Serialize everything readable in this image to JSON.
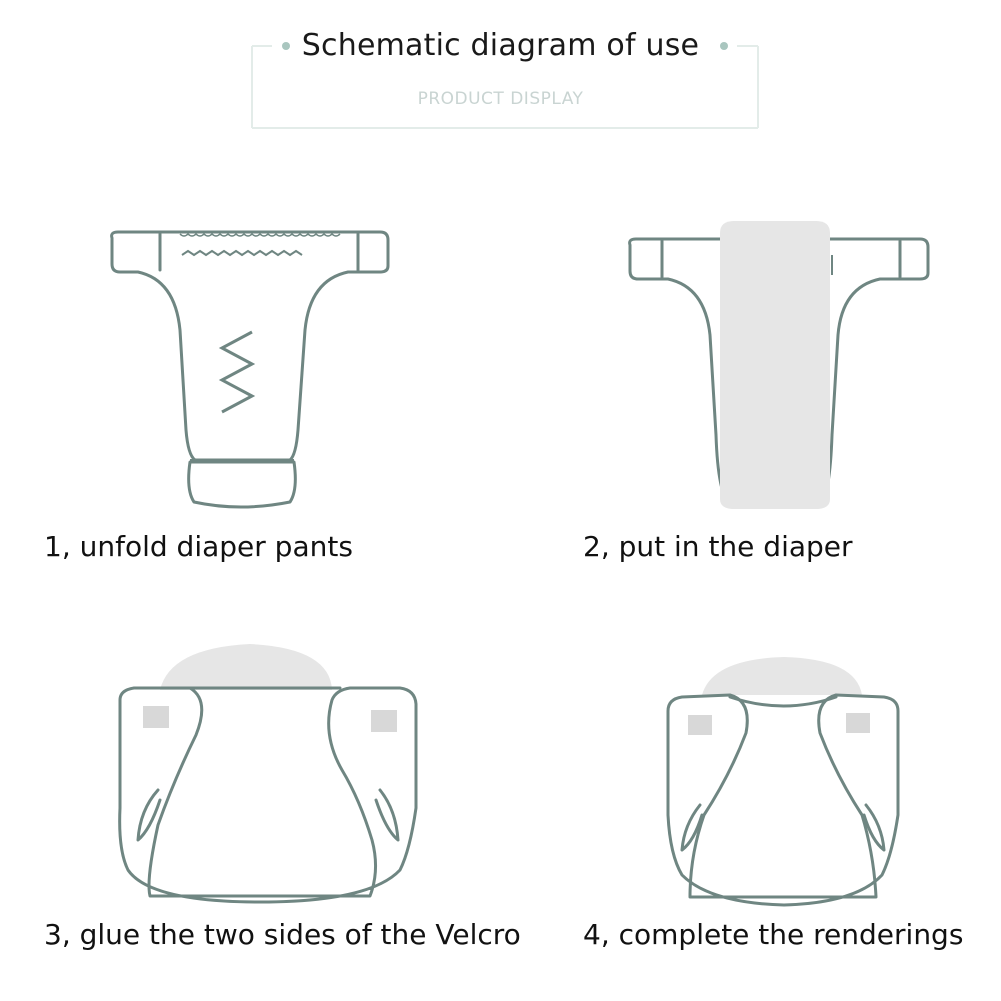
{
  "header": {
    "title": "Schematic diagram of use",
    "subtitle": "PRODUCT DISPLAY"
  },
  "steps": [
    {
      "caption": "1, unfold diaper pants",
      "icon": "unfolded-diaper-icon"
    },
    {
      "caption": "2, put in the diaper",
      "icon": "diaper-with-insert-icon"
    },
    {
      "caption": "3, glue the two sides of the Velcro",
      "icon": "diaper-velcro-icon"
    },
    {
      "caption": "4, complete the renderings",
      "icon": "finished-diaper-icon"
    }
  ],
  "colors": {
    "outline": "#6f8682",
    "insert_fill": "#e6e6e6",
    "tab_fill": "#d8d8d8",
    "frame": "#e3ece9"
  }
}
